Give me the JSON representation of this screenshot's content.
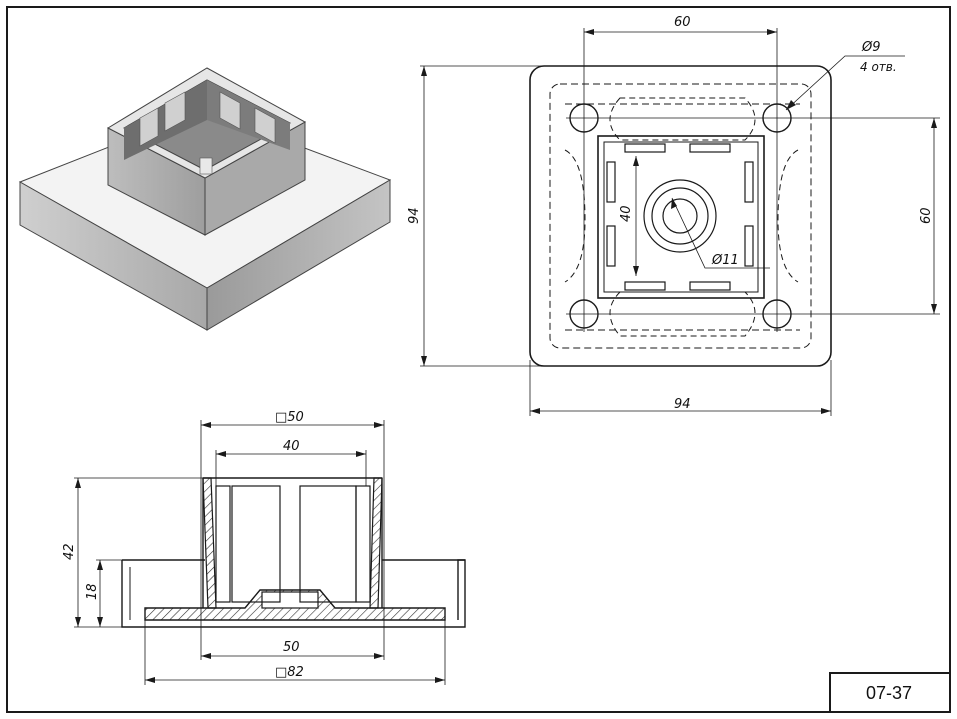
{
  "drawing": {
    "code": "07-37",
    "plan": {
      "hole_pitch_top": "60",
      "hole_pitch_side": "60",
      "outer_height": "94",
      "outer_width": "94",
      "inner_slot": "40",
      "hole_diameter": "Ø9",
      "hole_count": "4 отв.",
      "center_diameter": "Ø11"
    },
    "section": {
      "tube_outer": "□50",
      "tube_inner": "40",
      "height_total": "42",
      "base_height": "18",
      "base_inner": "50",
      "base_outer": "□82"
    }
  },
  "colors": {
    "line": "#1a1a1a",
    "hatch": "#333333",
    "iso_top": "#f2f2f2",
    "iso_side": "#b8b8b8",
    "iso_dark": "#8c8c8c"
  }
}
